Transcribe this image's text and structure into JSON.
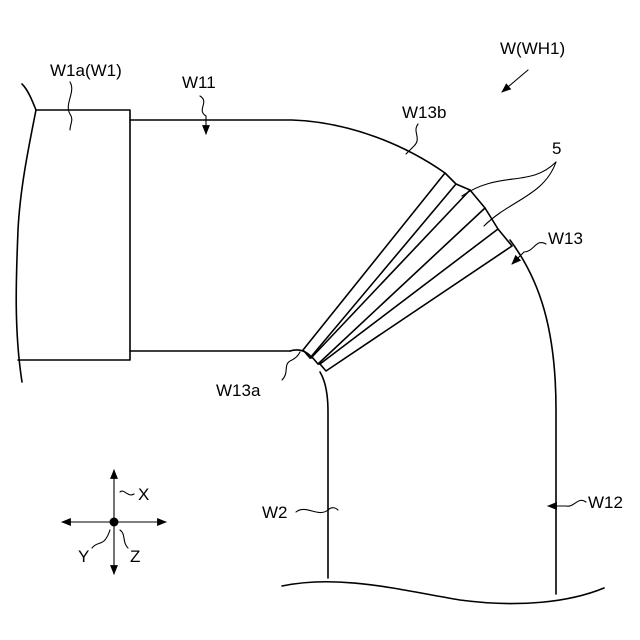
{
  "labels": {
    "w_wh1": "W(WH1)",
    "w1a": "W1a(W1)",
    "w11": "W11",
    "w13b": "W13b",
    "five": "5",
    "w13": "W13",
    "w13a": "W13a",
    "w2": "W2",
    "w12": "W12"
  },
  "axes": {
    "x": "X",
    "y": "Y",
    "z": "Z"
  }
}
